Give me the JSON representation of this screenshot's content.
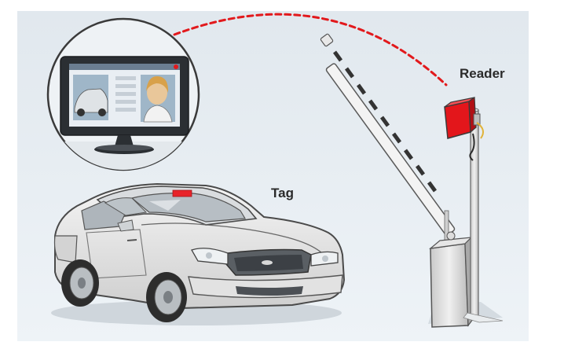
{
  "labels": {
    "reader": "Reader",
    "tag": "Tag"
  },
  "icons": {
    "monitor": "monitor-icon",
    "car": "car-icon",
    "barrier": "boom-barrier-icon",
    "reader": "rfid-reader-icon",
    "tag": "rfid-tag-icon",
    "signal": "wireless-signal-link"
  },
  "colors": {
    "background": "#e5edf3",
    "signal_line": "#e2191c",
    "reader_red": "#e3161b",
    "tag_red": "#e8232a"
  }
}
